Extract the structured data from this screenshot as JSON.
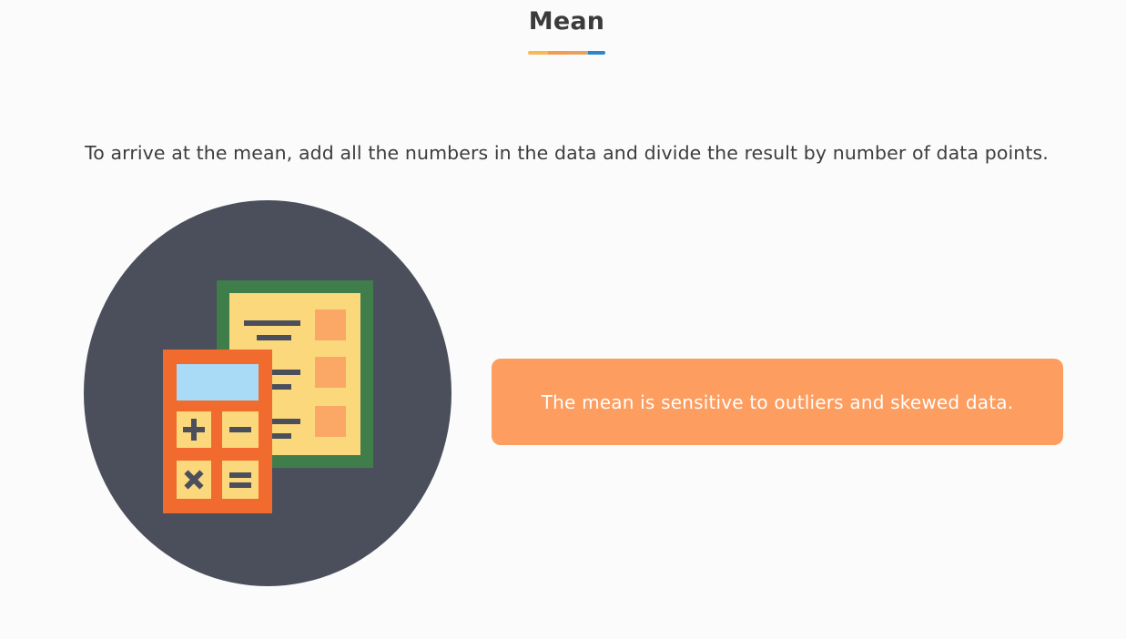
{
  "slide": {
    "title": "Mean",
    "description": "To arrive at the mean, add all the numbers in the data and divide the result by number of data points.",
    "callout_text": "The mean is sensitive to outliers and skewed data."
  },
  "illustration": {
    "icon": "calculator-and-document-icon",
    "calculator_keys": [
      "+",
      "−",
      "×",
      "="
    ]
  },
  "colors": {
    "circle": "#4a4f5b",
    "document_border": "#3f7d4a",
    "document_paper": "#fbd87c",
    "document_boxes": "#fba866",
    "document_lines": "#4a4f5b",
    "calculator_body": "#f06b2d",
    "calculator_screen": "#a9dbf6",
    "calculator_keys": "#fbd87c",
    "callout_bg": "#fd9d5f",
    "callout_text": "#ffffff",
    "underline": [
      "#f7b955",
      "#f39c4e",
      "#e9a160",
      "#2b87c7"
    ]
  }
}
